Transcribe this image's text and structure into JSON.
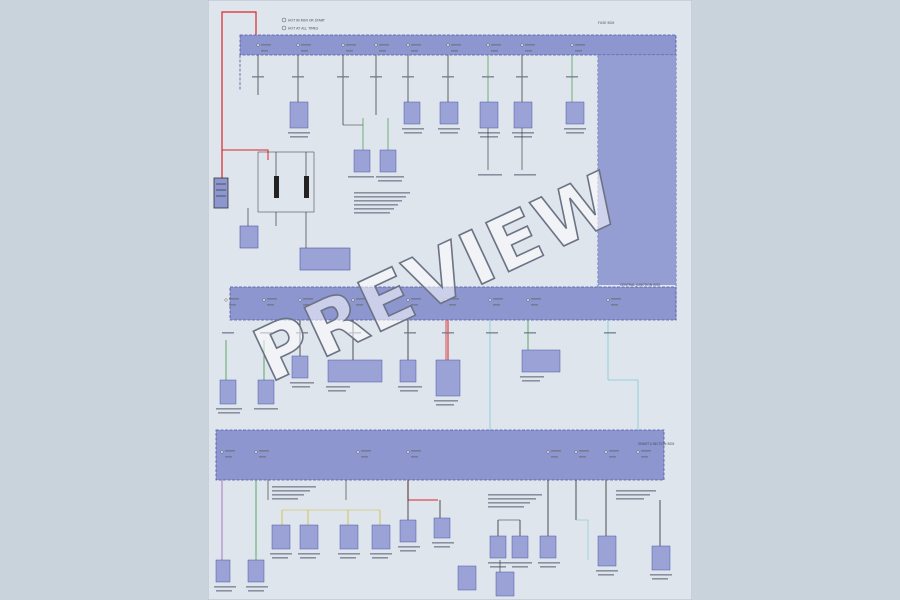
{
  "colors": {
    "background": "#c9d3dc",
    "sheet": "#dfe5ec",
    "module_fill": "#9aa2d6",
    "module_stroke": "#4e57a8",
    "block_fill": "#8d96cf",
    "wire_black": "#2a2a2a",
    "wire_red": "#d9262c",
    "wire_green": "#3c9a46",
    "wire_purple": "#9b59b6",
    "wire_yellow": "#c9b83a",
    "wire_cyan": "#7ec8d6"
  },
  "legend": {
    "line1": "HOT IN RUN OR START",
    "line2": "HOT AT ALL TIMES"
  },
  "modules": {
    "top_box": "FUSE BOX",
    "middle_box": "CENTRAL JUNCTION BOX",
    "bottom_box": "SMART JUNCTION BOX"
  },
  "watermark": "PREVIEW"
}
